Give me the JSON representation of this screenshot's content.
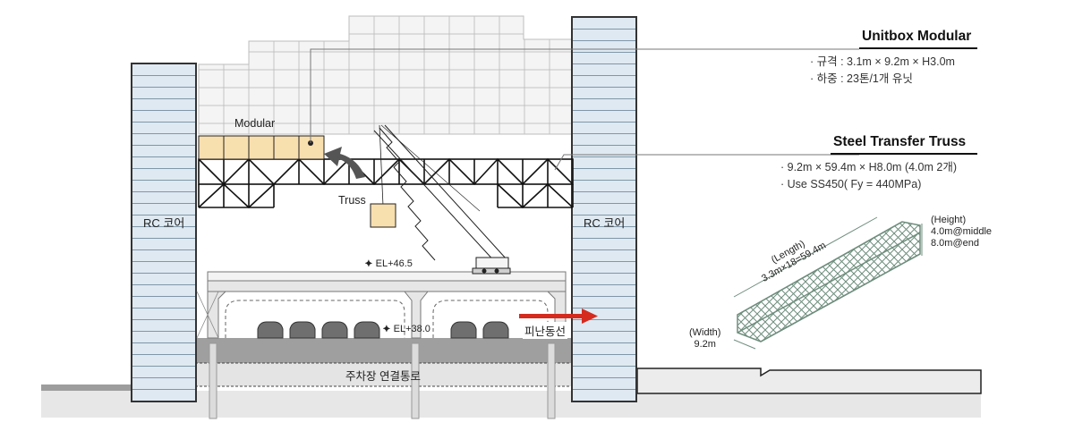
{
  "labels": {
    "modular": "Modular",
    "truss": "Truss",
    "rc_core_left": "RC 코어",
    "rc_core_right": "RC 코어",
    "el_upper": "EL+46.5",
    "el_lower": "EL+38.0",
    "evacuation": "피난동선",
    "parking_passage": "주차장 연결통로"
  },
  "unitbox": {
    "title": "Unitbox Modular",
    "items": [
      "· 규격 : 3.1m × 9.2m × H3.0m",
      "· 하중 : 23톤/1개 유닛"
    ]
  },
  "truss_spec": {
    "title": "Steel Transfer Truss",
    "items": [
      "· 9.2m × 59.4m × H8.0m (4.0m 2개)",
      "· Use SS450( Fy = 440MPa)"
    ]
  },
  "truss_iso": {
    "length_label": "(Length)",
    "length_value": "3.3m×18=59.4m",
    "height_label": "(Height)",
    "height_middle": "4.0m@middle",
    "height_end": "8.0m@end",
    "width_label": "(Width)",
    "width_value": "9.2m"
  },
  "colors": {
    "modular_fill": "#f8dfae",
    "core_fill": "#dfe9f1",
    "arrow_red": "#d42b1e",
    "steel_green": "#6f8e7e"
  }
}
